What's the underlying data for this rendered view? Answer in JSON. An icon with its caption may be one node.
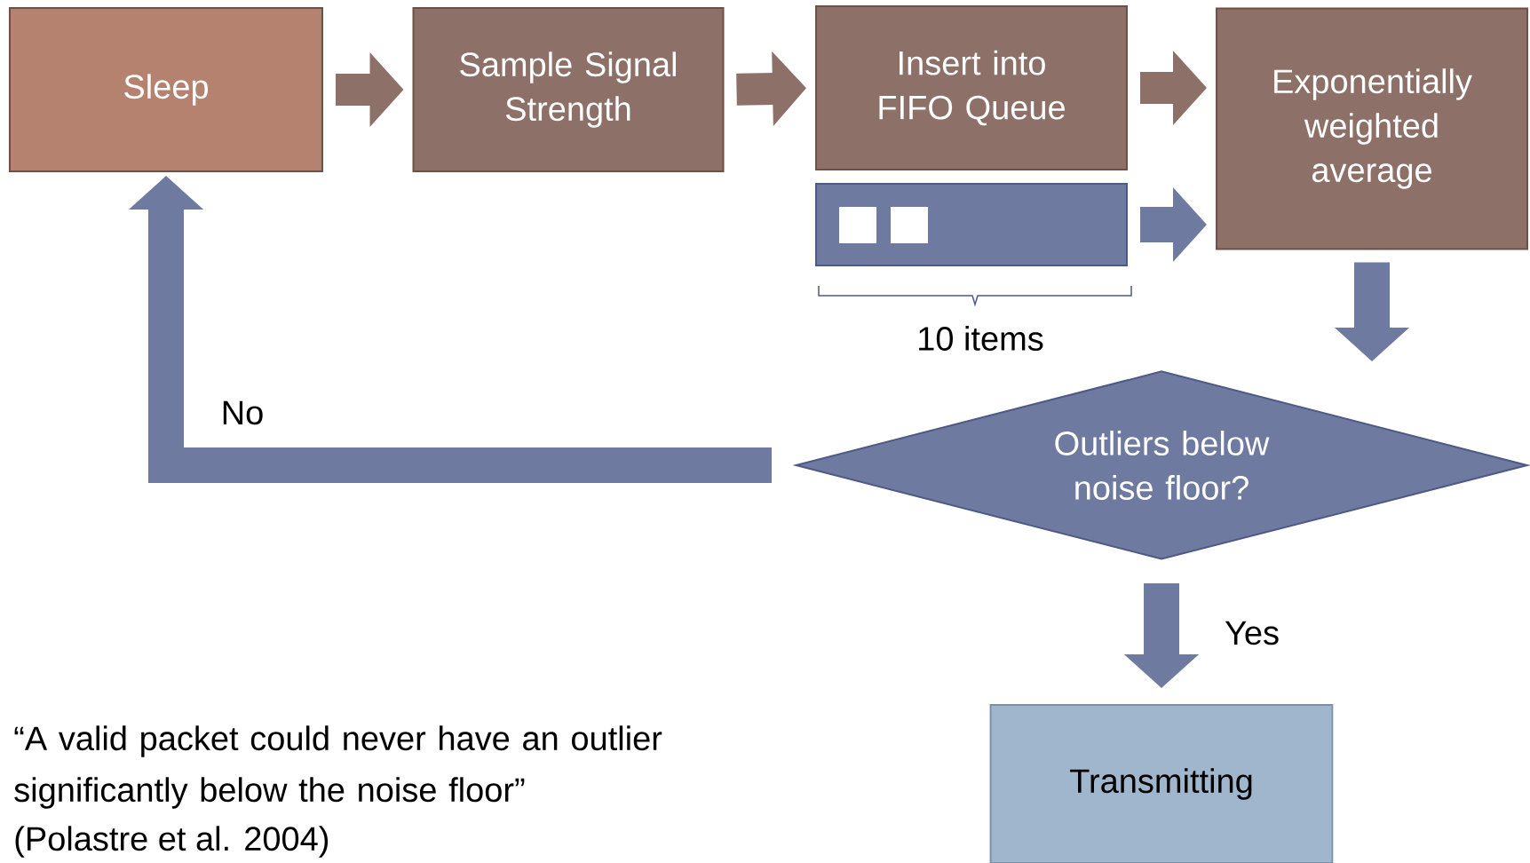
{
  "diagram": {
    "nodes": [
      {
        "text": [
          "Sleep"
        ]
      },
      {
        "text": [
          "Sample Signal Strength"
        ]
      },
      {
        "text": [
          "Insert into FIFO Queue"
        ]
      },
      {
        "text": [],
        "shape": "bar"
      },
      {
        "text": [
          "Exponentially weighted average"
        ]
      },
      {
        "text": [
          "Outliers below noise floor?"
        ]
      },
      {
        "text": [
          "Transmitting"
        ]
      }
    ],
    "edges": [
      {
        "from": 0,
        "to": 1,
        "arrow": "to"
      },
      {
        "from": 1,
        "to": 2,
        "arrow": "to"
      },
      {
        "from": 2,
        "to": 4,
        "arrow": "to"
      },
      {
        "from": 3,
        "to": 4,
        "arrow": "to"
      },
      {
        "from": 4,
        "to": 5,
        "arrow": "to"
      },
      {
        "from": 5,
        "to": 6,
        "arrow": "to",
        "label": "Yes"
      },
      {
        "from": 5,
        "to": 0,
        "arrow": "to",
        "label": "No"
      }
    ],
    "labels": [
      "10 items",
      "“A valid packet could never have an outlier significantly below the noise floor”",
      "(Polastre et al. 2004)"
    ]
  }
}
